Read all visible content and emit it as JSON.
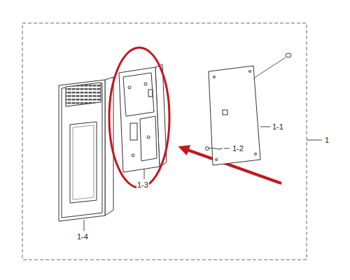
{
  "diagram": {
    "labels": [
      "1-1",
      "1-2",
      "1-3",
      "1-4",
      "1"
    ]
  }
}
